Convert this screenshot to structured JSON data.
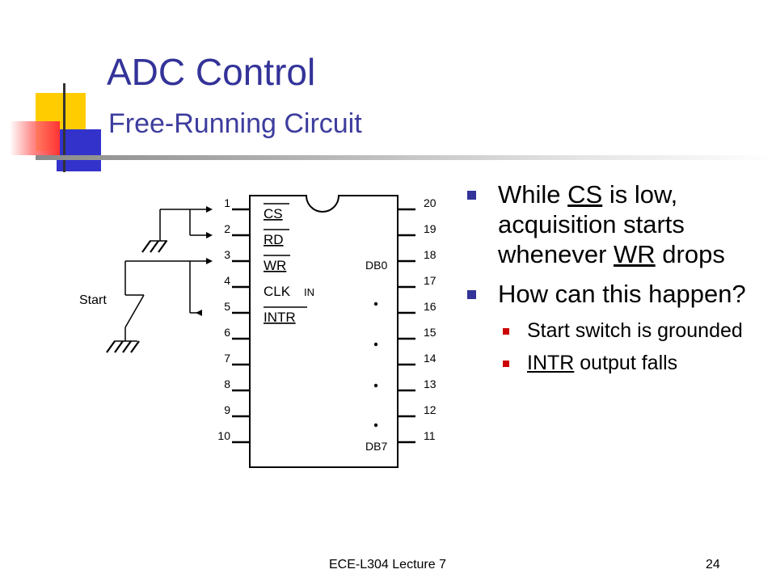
{
  "slide": {
    "title": "ADC Control",
    "subtitle": "Free-Running Circuit",
    "footer_left": "ECE-L304 Lecture 7",
    "page_number": "24"
  },
  "diagram": {
    "start_label": "Start",
    "left_pins": [
      "1",
      "2",
      "3",
      "4",
      "5",
      "6",
      "7",
      "8",
      "9",
      "10"
    ],
    "right_pins": [
      "20",
      "19",
      "18",
      "17",
      "16",
      "15",
      "14",
      "13",
      "12",
      "11"
    ],
    "signals": [
      "CS",
      "RD",
      "WR",
      "CLK",
      "IN",
      "INTR"
    ],
    "db_top": "DB0",
    "db_bottom": "DB7"
  },
  "bullets": {
    "b1_pre": "While ",
    "b1_cs": "CS",
    "b1_mid": " is low, acquisition starts whenever ",
    "b1_wr": "WR",
    "b1_post": " drops",
    "b2": "How can this happen?",
    "s1": "Start switch is grounded",
    "s2_intr": "INTR",
    "s2_post": " output falls"
  },
  "colors": {
    "title": "#333399",
    "bullet_main": "#333399",
    "bullet_sub": "#cc0000",
    "deco_yellow": "#ffcc00",
    "deco_blue": "#3333cc",
    "deco_red": "#ff3333"
  }
}
